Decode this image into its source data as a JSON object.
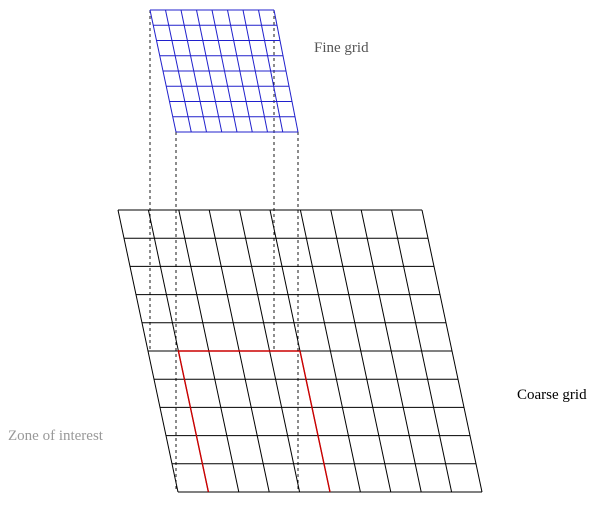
{
  "labels": {
    "fine_grid": "Fine grid",
    "coarse_grid": "Coarse grid",
    "zone_of_interest": "Zone of interest"
  },
  "colors": {
    "coarse_grid": "#000000",
    "fine_grid": "#2020cc",
    "zone_outline": "#cc0000",
    "projection_lines": "#000000",
    "fine_label": "#555555",
    "coarse_label": "#000000",
    "zone_label": "#999999"
  },
  "coarse_grid": {
    "columns": 10,
    "rows": 10
  },
  "fine_grid": {
    "columns": 8,
    "rows": 8
  },
  "zone_of_interest": {
    "column_start": 1,
    "column_end": 5,
    "row_start": 5,
    "row_end": 10
  }
}
